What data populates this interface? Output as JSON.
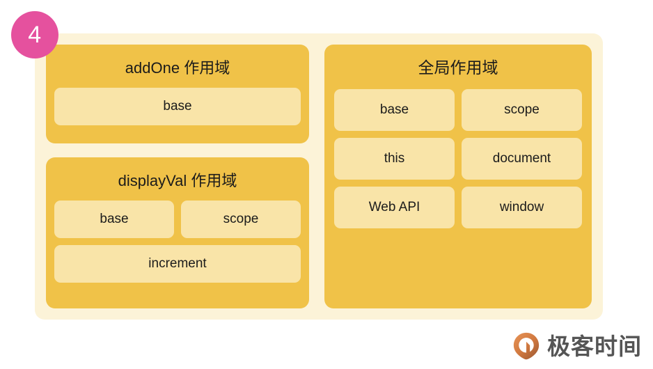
{
  "step": {
    "number": "4"
  },
  "diagram": {
    "left_column": [
      {
        "title": "addOne 作用域",
        "rows": [
          [
            "base"
          ]
        ]
      },
      {
        "title": "displayVal 作用域",
        "rows": [
          [
            "base",
            "scope"
          ],
          [
            "increment"
          ]
        ]
      }
    ],
    "right_column": [
      {
        "title": "全局作用域",
        "rows": [
          [
            "base",
            "scope"
          ],
          [
            "this",
            "document"
          ],
          [
            "Web API",
            "window"
          ]
        ]
      }
    ]
  },
  "watermark": {
    "brand": "极客时间",
    "icon": "geektime-pin-logo-icon"
  },
  "colors": {
    "badge_pink": "#E5519E",
    "card_cream": "#FCF3D8",
    "panel_gold": "#F0C248",
    "chip_light": "#F9E4A8",
    "text_dark": "#1B1B1B",
    "watermark_gray": "#555555",
    "logo_orange": "#E08A4B",
    "logo_brown": "#A9633C"
  }
}
